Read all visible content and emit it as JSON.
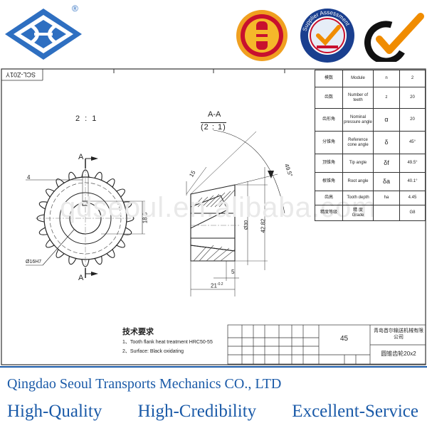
{
  "header": {
    "logo_registered": "®",
    "badge_text": "Supplier Assessment"
  },
  "drawing": {
    "part_code": "SCL-Z01Y",
    "scale_left": "2 : 1",
    "section_title": "A-A",
    "section_scale": "(2 : 1)",
    "label_a": "A",
    "dim_4": "4",
    "dim_18_8": "18.8",
    "dim_bore": "Ø16H7",
    "dim_15": "15",
    "dim_angle": "49.5°",
    "dim_d30": "Ø30",
    "dim_42_82": "42.82",
    "dim_5": "5",
    "dim_21": "21",
    "dim_21_tol": "-0.2",
    "watermark": "qdseoul.en.alibaba.com",
    "notes_title": "技术要求",
    "notes": [
      "1、Tooth flank  heat treatment  HRC50-55",
      "2、Surface: Black oxidating"
    ]
  },
  "param_table": [
    {
      "cn": "模数",
      "en": "Module",
      "sym": "n",
      "val": "2"
    },
    {
      "cn": "齿数",
      "en": "Number of teeth",
      "sym": "z",
      "val": "20"
    },
    {
      "cn": "齿形角",
      "en": "Nominal pressure angle",
      "sym": "α",
      "val": "20"
    },
    {
      "cn": "分锥角",
      "en": "Reference cone angle",
      "sym": "δ",
      "val": "45°"
    },
    {
      "cn": "顶锥角",
      "en": "Tip angle",
      "sym": "δf",
      "val": "49.5°"
    },
    {
      "cn": "根锥角",
      "en": "Root angle",
      "sym": "δa",
      "val": "40.1°"
    },
    {
      "cn": "齿高",
      "en": "Tooth depth",
      "sym": "ha",
      "val": "4.45"
    },
    {
      "cn": "精度等级",
      "en": "精  度\nGrade",
      "sym": "",
      "val": "G8"
    }
  ],
  "title_block": {
    "material": "45",
    "company_cn": "青岛首尔输送机械有限公司",
    "part_name": "圆锥齿轮20x2"
  },
  "footer": {
    "company": "Qingdao Seoul Transports Mechanics  CO.,   LTD",
    "slogans": [
      "High-Quality",
      "High-Credibility",
      "Excellent-Service"
    ]
  },
  "colors": {
    "brand_blue": "#1a5aa8",
    "logo_orange": "#f0a020",
    "check_orange": "#f08c00"
  }
}
